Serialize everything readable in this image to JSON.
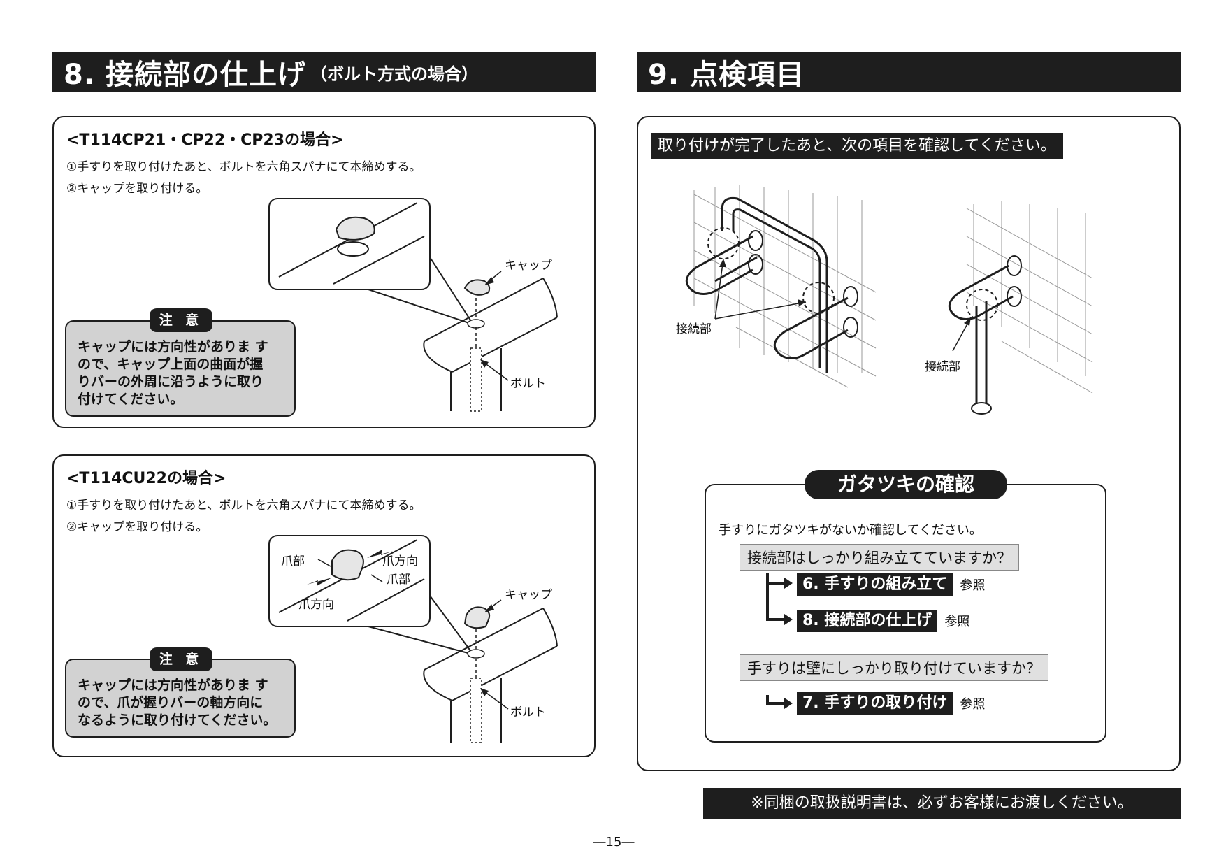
{
  "section8": {
    "title_main": "8. 接続部の仕上げ",
    "title_sub": "（ボルト方式の場合）"
  },
  "section9": {
    "title_main": "9. 点検項目"
  },
  "panelA": {
    "title": "<T114CP21・CP22・CP23の場合>",
    "step1": "①手すりを取り付けたあと、ボルトを六角スパナにて本締めする。",
    "step2": "②キャップを取り付ける。",
    "caution_tag": "注 意",
    "caution_lines": [
      "キャップには方向性がありま す",
      "ので、キャップ上面の曲面が握",
      "りバーの外周に沿うように取り",
      "付けてください。"
    ],
    "label_cap": "キャップ",
    "label_bolt": "ボルト"
  },
  "panelB": {
    "title": "<T114CU22の場合>",
    "step1": "①手すりを取り付けたあと、ボルトを六角スパナにて本締めする。",
    "step2": "②キャップを取り付ける。",
    "caution_tag": "注 意",
    "caution_lines": [
      "キャップには方向性がありま す",
      "ので、爪が握りバーの軸方向に",
      "なるように取り付けてください。"
    ],
    "label_cap": "キャップ",
    "label_bolt": "ボルト",
    "label_claw1": "爪部",
    "label_claw2": "爪部",
    "label_dir1": "爪方向",
    "label_dir2": "爪方向"
  },
  "panelC": {
    "intro": "取り付けが完了したあと、次の項目を確認してください。",
    "label_joint1": "接続部",
    "label_joint2": "接続部",
    "check_title": "ガタツキの確認",
    "check_intro": "手すりにガタツキがないか確認してください。",
    "q1": "接続部はしっかり組み立てていますか？",
    "ref1": "6. 手すりの組み立て",
    "ref2": "8. 接続部の仕上げ",
    "q2": "手すりは壁にしっかり取り付けていますか？",
    "ref3": "7. 手すりの取り付け",
    "see": "参照"
  },
  "footer": {
    "note": "※同梱の取扱説明書は、必ずお客様にお渡しください。",
    "page": "―15―"
  }
}
